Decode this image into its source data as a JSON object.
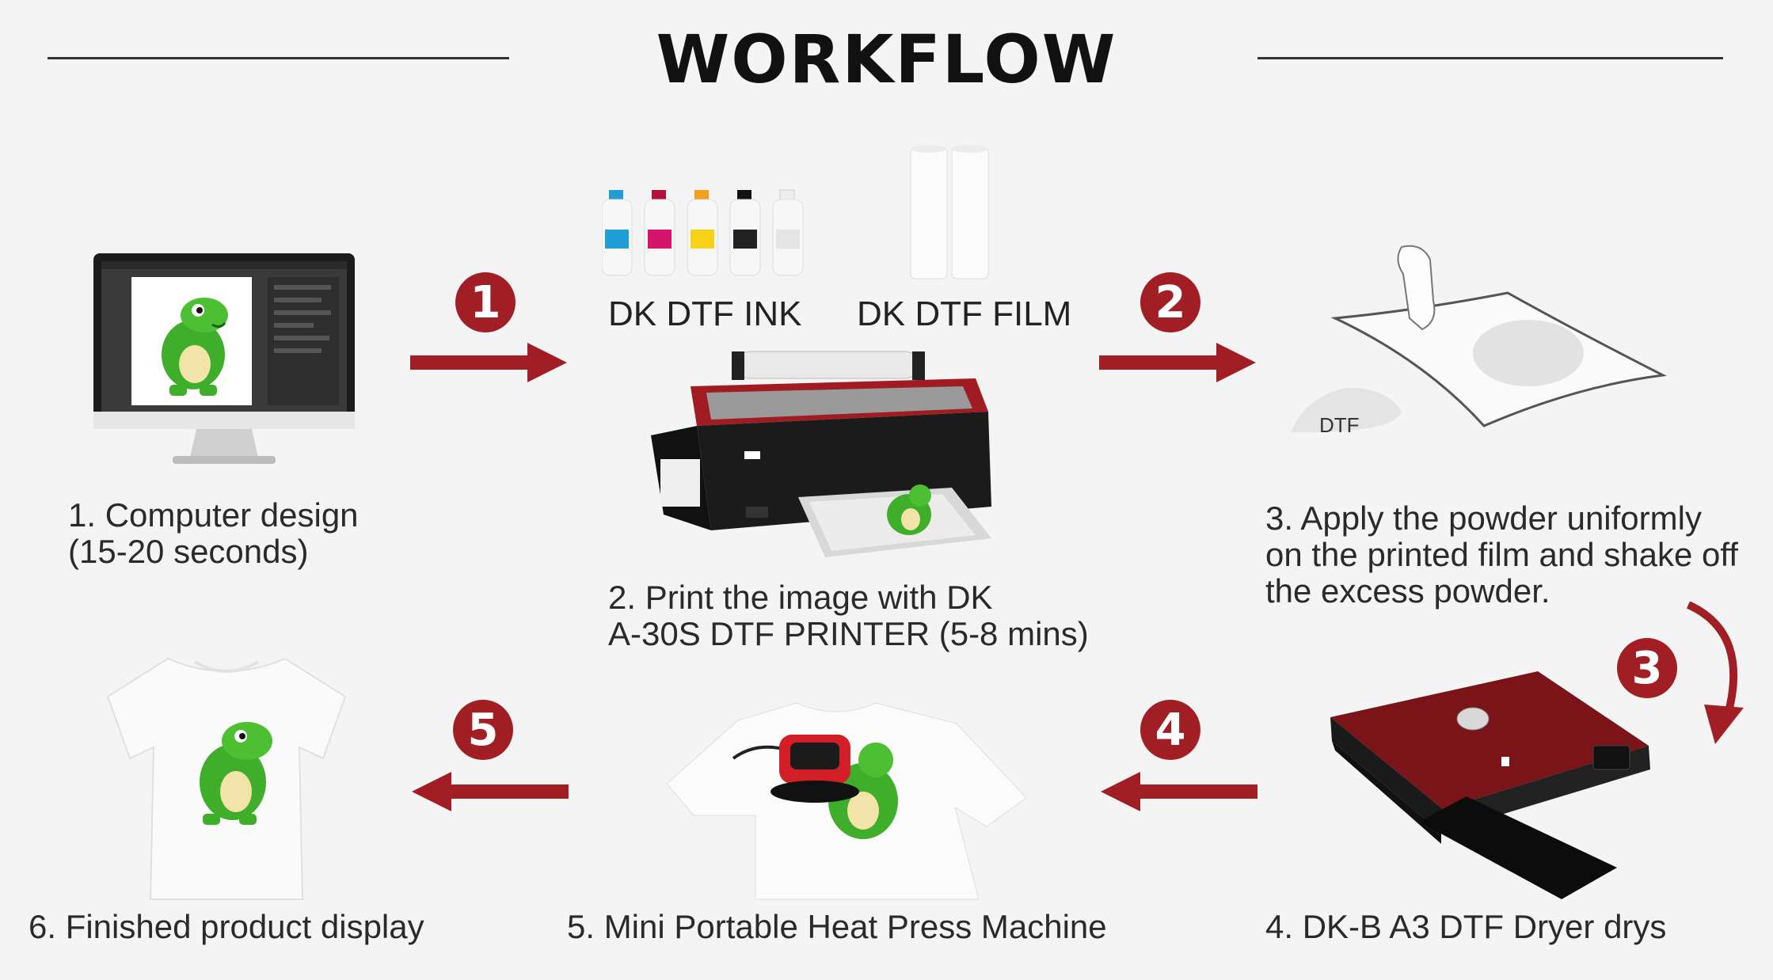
{
  "title": "WORKFLOW",
  "colors": {
    "accent": "#a11f24",
    "background": "#f4f4f4",
    "text": "#2a2a2a"
  },
  "materials": {
    "ink_label": "DK DTF INK",
    "film_label": "DK DTF FILM"
  },
  "powder_label": "DTF",
  "steps": [
    {
      "badge": "1",
      "caption_line1": "1. Computer design",
      "caption_line2": "(15-20 seconds)"
    },
    {
      "badge": "2",
      "caption_line1": "2. Print the image with DK",
      "caption_line2": "A-30S DTF PRINTER (5-8 mins)"
    },
    {
      "badge": "3",
      "caption_line1": "3. Apply the powder uniformly",
      "caption_line2": "on the printed film and shake off",
      "caption_line3": "the excess powder."
    },
    {
      "badge": "4",
      "caption": "4. DK-B A3 DTF Dryer drys"
    },
    {
      "badge": "5",
      "caption": "5. Mini Portable Heat Press Machine"
    },
    {
      "caption": "6. Finished product display"
    }
  ]
}
